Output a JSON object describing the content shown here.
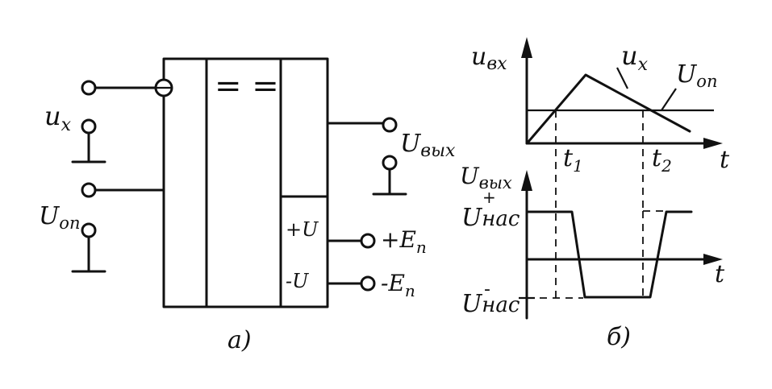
{
  "block_a": {
    "input_ux": "u",
    "input_ux_sub": "x",
    "input_uon": "U",
    "input_uon_sub": "on",
    "output": "U",
    "output_sub": "вых",
    "symbol": "= =",
    "plus_u": "+U",
    "minus_u": "-U",
    "plus_e": "+E",
    "plus_e_sub": "n",
    "minus_e": "-E",
    "minus_e_sub": "n",
    "caption": "а)"
  },
  "graph_b": {
    "top_ylabel": "u",
    "top_ylabel_sub": "вх",
    "signal_label": "u",
    "signal_label_sub": "x",
    "ref_label": "U",
    "ref_label_sub": "on",
    "t_axis": "t",
    "t1": "t",
    "t1_sub": "1",
    "t2": "t",
    "t2_sub": "2",
    "bottom_ylabel": "U",
    "bottom_ylabel_sub": "вых",
    "plus_sign": "+",
    "sat_high": "U",
    "sat_high_sub": "нас",
    "sat_low": "U",
    "sat_low_sub": "нас",
    "minus_sign": "-",
    "t_axis2": "t",
    "caption": "б)"
  }
}
